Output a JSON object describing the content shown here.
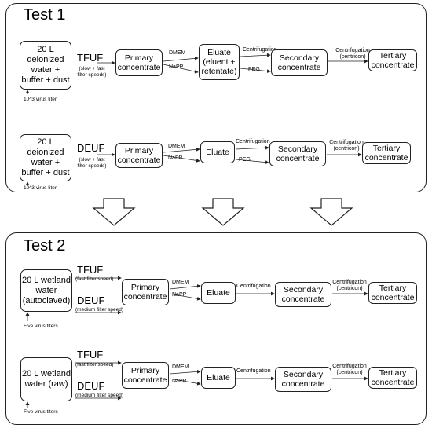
{
  "test1": {
    "title": "Test 1",
    "row1": {
      "source": "20 L\ndeionized\nwater +\nbuffer + dust",
      "titer": "10^3 virus titer",
      "method": "TFUF",
      "method_note": "(slow + fast\nfilter speeds)",
      "primary": "Primary\nconcentrate",
      "dmem": "DMEM",
      "napp": "NaPP",
      "eluate": "Eluate\n(eluent +\nretentate)",
      "centrifugation": "Centrifugation",
      "peg": "PEG",
      "secondary": "Secondary\nconcentrate",
      "centricon": "Centrifugation\n(centricon)",
      "tertiary": "Tertiary\nconcentrate"
    },
    "row2": {
      "source": "20 L\ndeionized\nwater +\nbuffer + dust",
      "titer": "10^3 virus titer",
      "method": "DEUF",
      "method_note": "(slow + fast\nfilter speeds)",
      "primary": "Primary\nconcentrate",
      "dmem": "DMEM",
      "napp": "NaPP",
      "eluate": "Eluate",
      "centrifugation": "Centrifugation",
      "peg": "PEG",
      "secondary": "Secondary\nconcentrate",
      "centricon": "Centrifugation\n(centricon)",
      "tertiary": "Tertiary\nconcentrate"
    }
  },
  "test2": {
    "title": "Test 2",
    "row1": {
      "source": "20 L wetland\nwater\n(autoclaved)",
      "titer": "Five virus titers",
      "method_a": "TFUF",
      "method_a_note": "(fast filter speed)",
      "method_b": "DEUF",
      "method_b_note": "(medium filter speed)",
      "primary": "Primary\nconcentrate",
      "dmem": "DMEM",
      "napp": "NaPP",
      "eluate": "Eluate",
      "centrifugation": "Centrifugation",
      "secondary": "Secondary\nconcentrate",
      "centricon": "Centrifugation\n(centricon)",
      "tertiary": "Tertiary\nconcentrate"
    },
    "row2": {
      "source": "20 L wetland\nwater (raw)",
      "titer": "Five virus titers",
      "method_a": "TFUF",
      "method_a_note": "(fast filter speed)",
      "method_b": "DEUF",
      "method_b_note": "(medium filter speed)",
      "primary": "Primary\nconcentrate",
      "dmem": "DMEM",
      "napp": "NaPP",
      "eluate": "Eluate",
      "centrifugation": "Centrifugation",
      "secondary": "Secondary\nconcentrate",
      "centricon": "Centrifugation\n(centricon)",
      "tertiary": "Tertiary\nconcentrate"
    }
  }
}
